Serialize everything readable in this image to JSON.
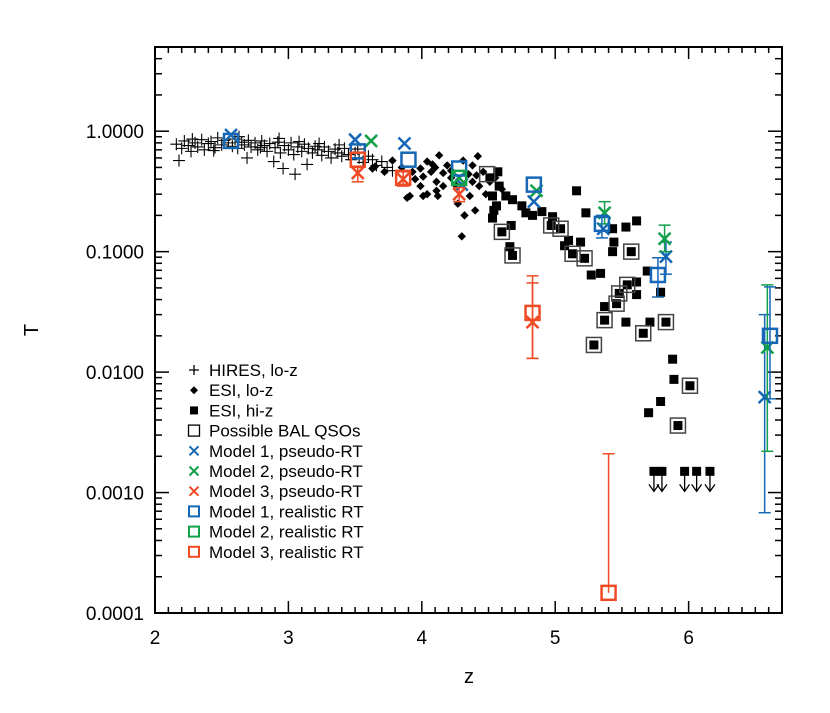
{
  "chart_data": {
    "type": "scatter",
    "title": "",
    "xlabel": "z",
    "ylabel": "T",
    "xlim": [
      2,
      6.7
    ],
    "ylim": [
      0.0001,
      5
    ],
    "yscale": "log",
    "grid": false,
    "legend_position": "bottom-left",
    "x_ticks": [
      "2",
      "3",
      "4",
      "5",
      "6"
    ],
    "x_tick_values": [
      2,
      3,
      4,
      5,
      6
    ],
    "y_ticks": [
      "1.0000",
      "0.1000",
      "0.0100",
      "0.0010",
      "0.0001"
    ],
    "y_tick_values": [
      1,
      0.1,
      0.01,
      0.001,
      0.0001
    ],
    "colors": {
      "model1": "#1667b5",
      "model2": "#13a04a",
      "model3": "#f04a25",
      "data": "#000000",
      "bal": "#555555"
    },
    "series": [
      {
        "name": "HIRES, lo-z",
        "marker": "plus",
        "color": "#000000",
        "points": [
          [
            2.16,
            0.78
          ],
          [
            2.18,
            0.57
          ],
          [
            2.2,
            0.72
          ],
          [
            2.22,
            0.83
          ],
          [
            2.25,
            0.76
          ],
          [
            2.27,
            0.68
          ],
          [
            2.3,
            0.8
          ],
          [
            2.32,
            0.74
          ],
          [
            2.35,
            0.85
          ],
          [
            2.37,
            0.7
          ],
          [
            2.4,
            0.79
          ],
          [
            2.42,
            0.82
          ],
          [
            2.45,
            0.73
          ],
          [
            2.47,
            0.88
          ],
          [
            2.5,
            0.77
          ],
          [
            2.52,
            0.84
          ],
          [
            2.55,
            0.8
          ],
          [
            2.58,
            0.75
          ],
          [
            2.6,
            0.86
          ],
          [
            2.62,
            0.72
          ],
          [
            2.65,
            0.81
          ],
          [
            2.67,
            0.77
          ],
          [
            2.69,
            0.6
          ],
          [
            2.7,
            0.84
          ],
          [
            2.72,
            0.74
          ],
          [
            2.75,
            0.8
          ],
          [
            2.77,
            0.7
          ],
          [
            2.8,
            0.83
          ],
          [
            2.82,
            0.76
          ],
          [
            2.84,
            0.68
          ],
          [
            2.86,
            0.79
          ],
          [
            2.89,
            0.56
          ],
          [
            2.9,
            0.73
          ],
          [
            2.92,
            0.81
          ],
          [
            2.94,
            0.66
          ],
          [
            2.96,
            0.49
          ],
          [
            2.97,
            0.76
          ],
          [
            3.0,
            0.7
          ],
          [
            3.02,
            0.8
          ],
          [
            3.04,
            0.64
          ],
          [
            3.05,
            0.44
          ],
          [
            3.07,
            0.74
          ],
          [
            3.1,
            0.68
          ],
          [
            3.12,
            0.78
          ],
          [
            3.14,
            0.53
          ],
          [
            3.15,
            0.72
          ],
          [
            3.18,
            0.66
          ],
          [
            3.2,
            0.75
          ],
          [
            3.22,
            0.7
          ],
          [
            3.25,
            0.63
          ],
          [
            3.27,
            0.74
          ],
          [
            3.3,
            0.68
          ],
          [
            3.32,
            0.6
          ],
          [
            3.35,
            0.71
          ],
          [
            3.37,
            0.66
          ],
          [
            3.4,
            0.62
          ],
          [
            3.42,
            0.72
          ],
          [
            3.45,
            0.64
          ],
          [
            3.47,
            0.58
          ],
          [
            3.5,
            0.66
          ],
          [
            3.53,
            0.6
          ],
          [
            3.56,
            0.55
          ],
          [
            3.6,
            0.62
          ],
          [
            3.63,
            0.58
          ],
          [
            3.66,
            0.52
          ],
          [
            3.7,
            0.56
          ],
          [
            3.74,
            0.5
          ],
          [
            3.78,
            0.47
          ],
          [
            2.28,
            0.86
          ],
          [
            2.44,
            0.69
          ],
          [
            2.63,
            0.9
          ],
          [
            2.79,
            0.73
          ],
          [
            2.93,
            0.87
          ],
          [
            3.08,
            0.82
          ],
          [
            3.23,
            0.79
          ],
          [
            3.38,
            0.77
          ],
          [
            3.52,
            0.71
          ]
        ]
      },
      {
        "name": "ESI, lo-z",
        "marker": "diamond",
        "color": "#000000",
        "points": [
          [
            3.78,
            0.57
          ],
          [
            3.65,
            0.51
          ],
          [
            3.72,
            0.46
          ],
          [
            4.13,
            0.63
          ],
          [
            4.42,
            0.62
          ],
          [
            4.31,
            0.57
          ],
          [
            4.04,
            0.56
          ],
          [
            4.19,
            0.52
          ],
          [
            3.99,
            0.49
          ],
          [
            4.07,
            0.46
          ],
          [
            4.16,
            0.45
          ],
          [
            4.11,
            0.38
          ],
          [
            3.99,
            0.35
          ],
          [
            4.04,
            0.3
          ],
          [
            4.12,
            0.29
          ],
          [
            3.91,
            0.29
          ],
          [
            4.38,
            0.38
          ],
          [
            4.43,
            0.35
          ],
          [
            4.38,
            0.52
          ],
          [
            4.46,
            0.46
          ],
          [
            4.36,
            0.29
          ],
          [
            4.4,
            0.22
          ],
          [
            4.32,
            0.2
          ],
          [
            4.3,
            0.134
          ],
          [
            4.22,
            0.47
          ],
          [
            4.22,
            0.41
          ],
          [
            4.1,
            0.5
          ],
          [
            4.01,
            0.42
          ],
          [
            3.93,
            0.46
          ],
          [
            4.16,
            0.35
          ],
          [
            4.51,
            0.38
          ],
          [
            4.41,
            0.43
          ],
          [
            3.63,
            0.49
          ],
          [
            3.89,
            0.28
          ],
          [
            4.11,
            0.32
          ],
          [
            4.01,
            0.29
          ],
          [
            4.25,
            0.36
          ],
          [
            4.48,
            0.3
          ],
          [
            4.55,
            0.41
          ],
          [
            3.85,
            0.5
          ],
          [
            4.27,
            0.25
          ],
          [
            4.6,
            0.33
          ],
          [
            4.35,
            0.44
          ],
          [
            4.08,
            0.53
          ],
          [
            3.95,
            0.4
          ]
        ]
      },
      {
        "name": "ESI, hi-z",
        "marker": "square-filled",
        "color": "#000000",
        "points": [
          [
            4.57,
            0.46
          ],
          [
            4.51,
            0.41
          ],
          [
            4.58,
            0.35
          ],
          [
            4.53,
            0.29
          ],
          [
            4.63,
            0.29
          ],
          [
            4.68,
            0.27
          ],
          [
            4.56,
            0.24
          ],
          [
            4.54,
            0.22
          ],
          [
            4.53,
            0.19
          ],
          [
            4.67,
            0.165
          ],
          [
            4.6,
            0.146
          ],
          [
            4.66,
            0.11
          ],
          [
            4.68,
            0.093
          ],
          [
            4.75,
            0.24
          ],
          [
            4.78,
            0.21
          ],
          [
            4.83,
            0.2
          ],
          [
            4.9,
            0.215
          ],
          [
            4.98,
            0.195
          ],
          [
            4.97,
            0.165
          ],
          [
            5.04,
            0.155
          ],
          [
            5.1,
            0.124
          ],
          [
            5.19,
            0.12
          ],
          [
            5.07,
            0.112
          ],
          [
            5.13,
            0.096
          ],
          [
            5.22,
            0.088
          ],
          [
            5.16,
            0.32
          ],
          [
            5.23,
            0.21
          ],
          [
            5.43,
            0.155
          ],
          [
            5.44,
            0.12
          ],
          [
            5.43,
            0.1
          ],
          [
            5.57,
            0.1
          ],
          [
            5.53,
            0.16
          ],
          [
            5.61,
            0.18
          ],
          [
            5.27,
            0.064
          ],
          [
            5.34,
            0.066
          ],
          [
            5.69,
            0.069
          ],
          [
            5.61,
            0.056
          ],
          [
            5.54,
            0.053
          ],
          [
            5.48,
            0.045
          ],
          [
            5.61,
            0.044
          ],
          [
            5.46,
            0.037
          ],
          [
            5.79,
            0.046
          ],
          [
            5.37,
            0.035
          ],
          [
            5.37,
            0.027
          ],
          [
            5.53,
            0.026
          ],
          [
            5.66,
            0.021
          ],
          [
            5.71,
            0.026
          ],
          [
            5.83,
            0.026
          ],
          [
            5.29,
            0.0168
          ],
          [
            5.88,
            0.0128
          ],
          [
            5.89,
            0.0087
          ],
          [
            6.01,
            0.0077
          ],
          [
            5.79,
            0.0057
          ],
          [
            5.7,
            0.0046
          ],
          [
            5.92,
            0.0036
          ]
        ],
        "upper_limits": [
          [
            5.74,
            0.0015
          ],
          [
            5.8,
            0.0015
          ],
          [
            5.97,
            0.0015
          ],
          [
            6.06,
            0.0015
          ],
          [
            6.16,
            0.0015
          ]
        ]
      },
      {
        "name": "Possible BAL QSOs",
        "marker": "square-open",
        "color": "#555555",
        "points": [
          [
            4.6,
            0.146
          ],
          [
            4.68,
            0.093
          ],
          [
            4.97,
            0.165
          ],
          [
            5.04,
            0.155
          ],
          [
            5.13,
            0.096
          ],
          [
            5.22,
            0.088
          ],
          [
            5.57,
            0.1
          ],
          [
            5.54,
            0.053
          ],
          [
            5.48,
            0.045
          ],
          [
            5.46,
            0.037
          ],
          [
            5.37,
            0.027
          ],
          [
            5.66,
            0.021
          ],
          [
            5.83,
            0.026
          ],
          [
            5.29,
            0.0168
          ],
          [
            6.01,
            0.0077
          ],
          [
            5.92,
            0.0036
          ],
          [
            4.49,
            0.44
          ]
        ]
      },
      {
        "name": "Model 1, pseudo-RT",
        "marker": "x",
        "color": "#1667b5",
        "points": [
          [
            2.57,
            0.93,
            null,
            null
          ],
          [
            3.5,
            0.85,
            null,
            null
          ],
          [
            3.87,
            0.79,
            null,
            null
          ],
          [
            4.3,
            0.36,
            null,
            null
          ],
          [
            4.84,
            0.26,
            null,
            null
          ],
          [
            5.36,
            0.155,
            null,
            null
          ],
          [
            5.83,
            0.091,
            0.065,
            0.12
          ],
          [
            6.57,
            0.0062,
            0.00068,
            0.03
          ]
        ]
      },
      {
        "name": "Model 2, pseudo-RT",
        "marker": "x",
        "color": "#13a04a",
        "points": [
          [
            3.62,
            0.83,
            null,
            null
          ],
          [
            4.28,
            0.41,
            null,
            null
          ],
          [
            4.86,
            0.32,
            null,
            null
          ],
          [
            5.37,
            0.21,
            0.17,
            0.26
          ],
          [
            5.82,
            0.128,
            0.1,
            0.166
          ],
          [
            6.59,
            0.016,
            0.0022,
            0.053
          ]
        ]
      },
      {
        "name": "Model 3, pseudo-RT",
        "marker": "x",
        "color": "#f04a25",
        "points": [
          [
            3.52,
            0.45,
            0.38,
            0.5
          ],
          [
            3.86,
            0.4,
            0.35,
            0.46
          ],
          [
            4.28,
            0.3,
            0.26,
            0.34
          ],
          [
            4.83,
            0.026,
            0.013,
            0.055
          ]
        ]
      },
      {
        "name": "Model 1, realistic RT",
        "marker": "square-open",
        "color": "#1667b5",
        "points": [
          [
            2.57,
            0.83,
            null,
            null
          ],
          [
            3.52,
            0.68,
            null,
            null
          ],
          [
            3.9,
            0.58,
            null,
            null
          ],
          [
            4.28,
            0.49,
            null,
            null
          ],
          [
            4.84,
            0.36,
            null,
            null
          ],
          [
            5.35,
            0.17,
            0.13,
            0.2
          ],
          [
            5.77,
            0.064,
            0.042,
            0.089
          ],
          [
            6.61,
            0.02,
            0.006,
            0.051
          ]
        ]
      },
      {
        "name": "Model 2, realistic RT",
        "marker": "square-open",
        "color": "#13a04a",
        "points": [
          [
            4.28,
            0.41,
            null,
            null
          ]
        ]
      },
      {
        "name": "Model 3, realistic RT",
        "marker": "square-open",
        "color": "#f04a25",
        "points": [
          [
            3.52,
            0.58,
            null,
            null
          ],
          [
            3.86,
            0.41,
            null,
            null
          ],
          [
            4.83,
            0.031,
            0.013,
            0.063
          ],
          [
            5.4,
            0.000147,
            null,
            0.0021
          ]
        ]
      }
    ]
  }
}
